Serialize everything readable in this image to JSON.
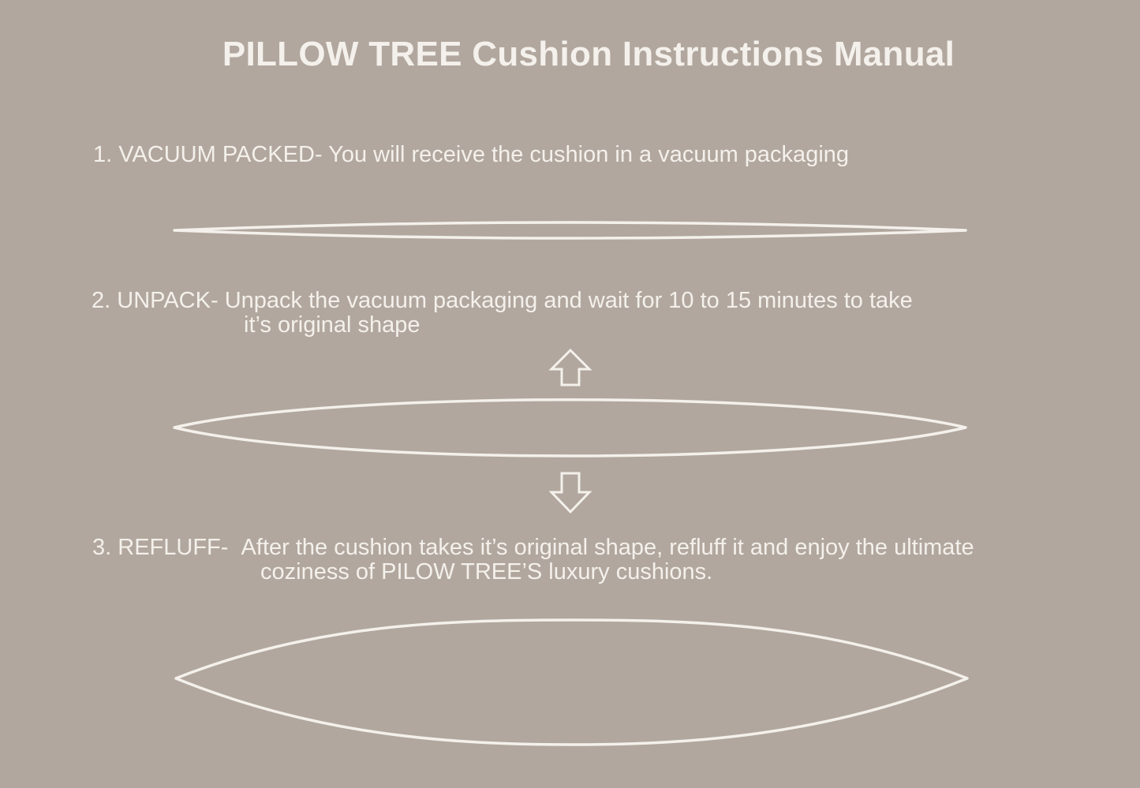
{
  "title": "PILLOW TREE Cushion Instructions Manual",
  "colors": {
    "background": "#b1a79e",
    "foreground": "#f4f0eb"
  },
  "steps": [
    {
      "number": "1.",
      "label": "VACUUM PACKED-",
      "line1": "You will receive the cushion in a vacuum packaging",
      "line2": "",
      "illustration": "flat-cushion-outline"
    },
    {
      "number": "2.",
      "label": "UNPACK-",
      "line1": "Unpack the vacuum packaging and wait for 10 to 15 minutes to take",
      "line2": "it’s original shape",
      "illustration": "medium-cushion-outline",
      "icons": [
        "arrow-up-outline-icon",
        "arrow-down-outline-icon"
      ]
    },
    {
      "number": "3.",
      "label": "REFLUFF-",
      "line1": "After the cushion takes it’s original shape, refluff it and enjoy the ultimate",
      "line2": "coziness of PILOW TREE’S luxury cushions.",
      "illustration": "full-cushion-outline"
    }
  ]
}
